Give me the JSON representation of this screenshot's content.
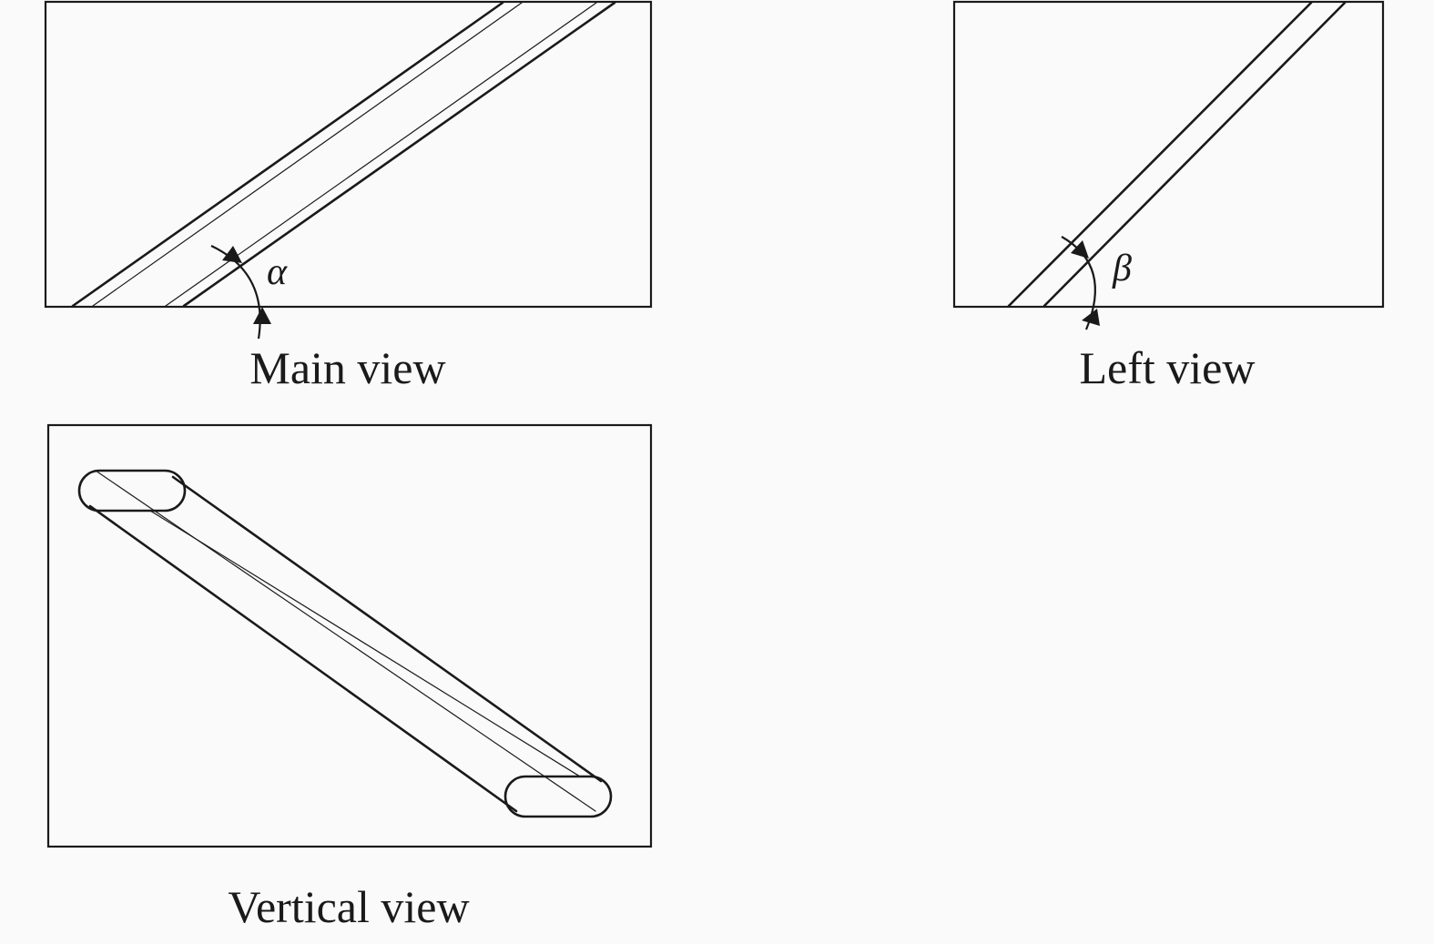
{
  "views": {
    "main": {
      "caption": "Main view",
      "angle_label": "α"
    },
    "left": {
      "caption": "Left view",
      "angle_label": "β"
    },
    "vertical": {
      "caption": "Vertical view"
    }
  }
}
